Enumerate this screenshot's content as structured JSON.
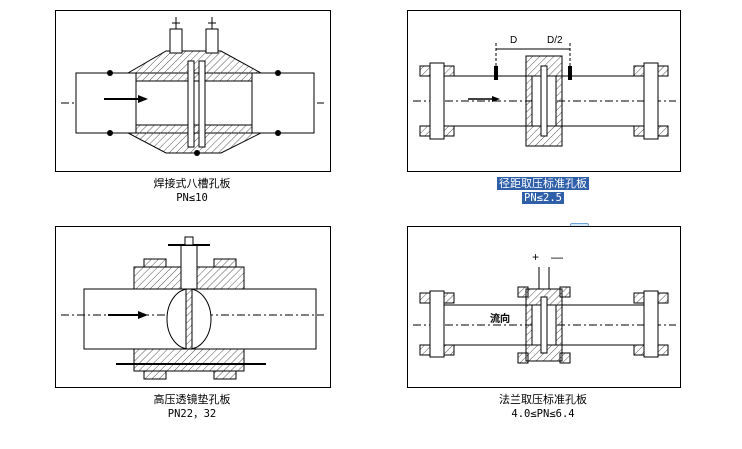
{
  "panels": [
    {
      "title": "焊接式八槽孔板",
      "sub": "PN≤10",
      "highlight": false
    },
    {
      "title": "径距取压标准孔板",
      "sub": "PN≤2.5",
      "highlight": true,
      "dims": [
        "D",
        "D/2"
      ]
    },
    {
      "title": "高压透镜垫孔板",
      "sub": "PN22，32",
      "highlight": false
    },
    {
      "title": "法兰取压标准孔板",
      "sub": "4.0≤PN≤6.4",
      "highlight": false,
      "marks": [
        "+",
        "—"
      ],
      "flow": "流向"
    }
  ],
  "colors": {
    "highlight": "#2f5fa8",
    "line": "#000000",
    "hatch": "#555555"
  }
}
